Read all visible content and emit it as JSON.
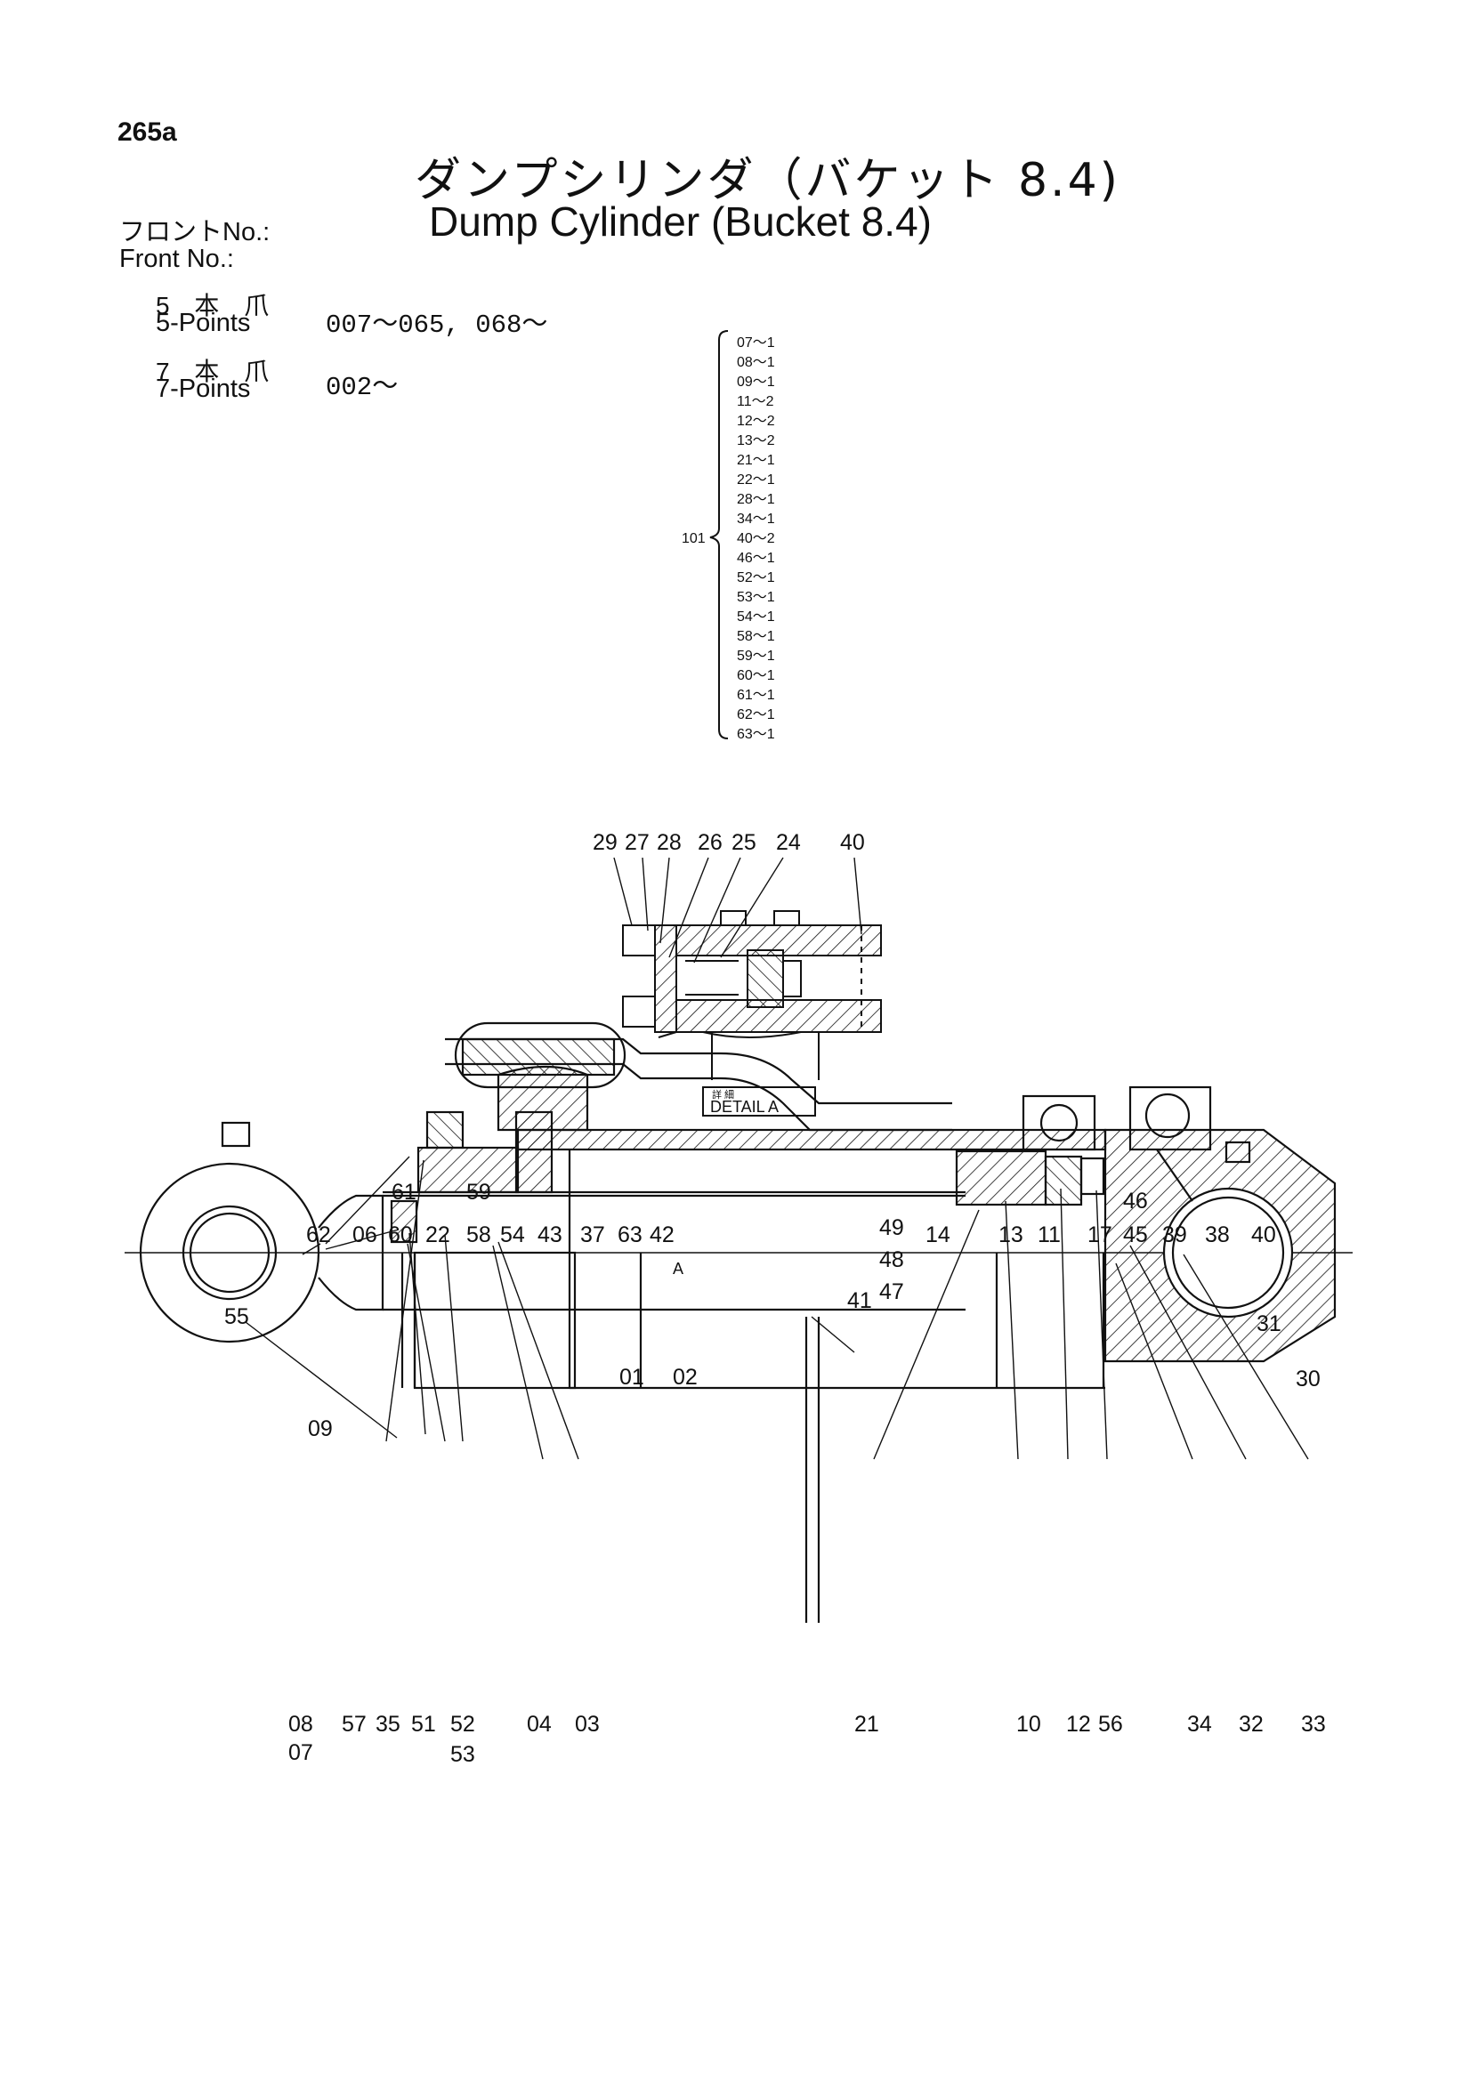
{
  "page_number": "265a",
  "title_ja": "ダンプシリンダ（バケット 8.4)",
  "title_en": "Dump Cylinder (Bucket 8.4)",
  "front_no": {
    "ja": "フロントNo.:",
    "en": "Front No.:"
  },
  "applicability": [
    {
      "ja": "5 本 爪",
      "en": "5-Points",
      "range": "007～065, 068～"
    },
    {
      "ja": "7 本 爪",
      "en": "7-Points",
      "range": "002～"
    }
  ],
  "kit": {
    "label": "101",
    "items": [
      "07～1",
      "08～1",
      "09～1",
      "11～2",
      "12～2",
      "13～2",
      "21～1",
      "22～1",
      "28～1",
      "34～1",
      "40～2",
      "46～1",
      "52～1",
      "53～1",
      "54～1",
      "58～1",
      "59～1",
      "60～1",
      "61～1",
      "62～1",
      "63～1"
    ]
  },
  "detail_a": {
    "box_label_top": "詳 細",
    "box_label": "DETAIL A",
    "callouts": [
      "29",
      "27",
      "28",
      "26",
      "25",
      "24",
      "40"
    ]
  },
  "main_callouts": {
    "top": [
      "61",
      "59",
      "62",
      "06",
      "60",
      "22",
      "58",
      "54",
      "43",
      "37",
      "63",
      "42",
      "49",
      "48",
      "47",
      "14",
      "13",
      "11",
      "17",
      "46",
      "45",
      "39",
      "38",
      "40",
      "41",
      "01",
      "02",
      "55",
      "09",
      "31",
      "30",
      "A"
    ],
    "bottom": [
      "08",
      "07",
      "57",
      "35",
      "51",
      "52",
      "53",
      "04",
      "03",
      "21",
      "10",
      "12",
      "56",
      "34",
      "32",
      "33"
    ]
  }
}
